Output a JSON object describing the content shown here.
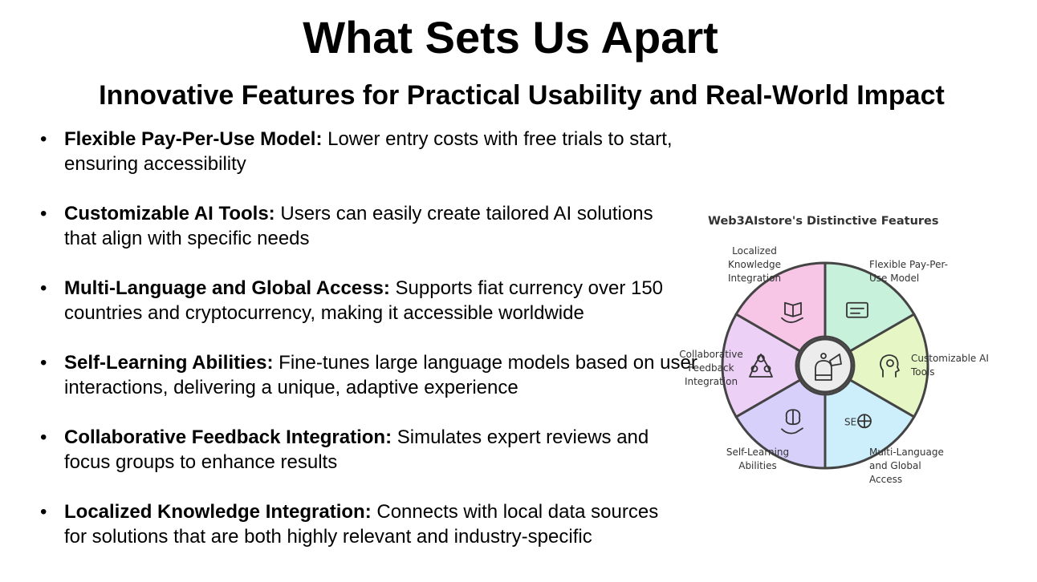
{
  "slide": {
    "title": "What Sets Us Apart",
    "subtitle": "Innovative Features for Practical Usability and Real-World Impact"
  },
  "features": [
    {
      "bullet": "•",
      "heading": "Flexible Pay-Per-Use Model:",
      "text": " Lower entry costs with free trials to start, ensuring accessibility"
    },
    {
      "bullet": "•",
      "heading": "Customizable AI Tools:",
      "text": " Users can easily create tailored AI solutions that align with specific needs"
    },
    {
      "bullet": "•",
      "heading": "Multi-Language and Global Access:",
      "text": " Supports fiat currency over 150 countries and cryptocurrency, making it accessible worldwide"
    },
    {
      "bullet": "•",
      "heading": "Self-Learning Abilities:",
      "text": " Fine-tunes large language models based on user interactions, delivering a unique, adaptive experience"
    },
    {
      "bullet": "•",
      "heading": "Collaborative Feedback Integration:",
      "text": " Simulates expert reviews and focus groups to enhance results"
    },
    {
      "bullet": "•",
      "heading": "Localized Knowledge Integration:",
      "text": " Connects with local data sources for solutions that are both highly relevant and industry-specific"
    }
  ],
  "diagram": {
    "title": "Web3AIstore's Distinctive Features",
    "center_icon": "robot-megaphone-icon",
    "segments": [
      {
        "lines": [
          "Localized",
          "Knowledge",
          "Integration"
        ],
        "color": "#f7c6e6",
        "icon": "book-hand-icon"
      },
      {
        "lines": [
          "Flexible Pay-Per-",
          "Use Model"
        ],
        "color": "#c8f1dc",
        "icon": "ticket-icon"
      },
      {
        "lines": [
          "Customizable AI",
          "Tools"
        ],
        "color": "#e6f6c4",
        "icon": "head-gears-icon"
      },
      {
        "lines": [
          "Multi-Language",
          "and Global",
          "Access"
        ],
        "color": "#cdeefb",
        "icon": "seo-globe-icon",
        "icon_text": "SE"
      },
      {
        "lines": [
          "Self-Learning",
          "Abilities"
        ],
        "color": "#d6d0fa",
        "icon": "brain-hand-icon"
      },
      {
        "lines": [
          "Collaborative",
          "Feedback",
          "Integration"
        ],
        "color": "#ecd0f6",
        "icon": "team-icon"
      }
    ]
  }
}
